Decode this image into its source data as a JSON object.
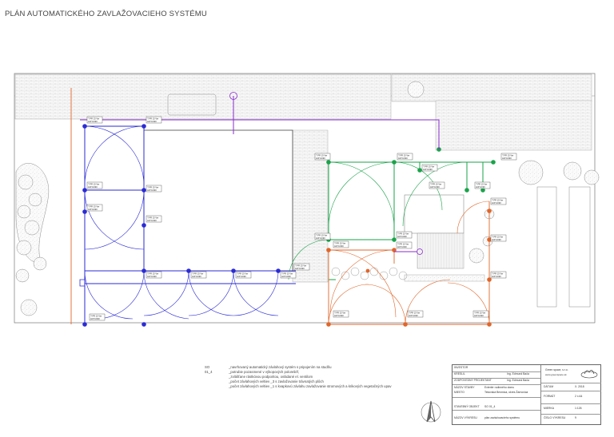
{
  "title": "PLÁN AUTOMATICKÉHO ZAVLAŽOVACIEHO SYSTÉMU",
  "notes": {
    "code": "SO 01_4",
    "lines": [
      "_navrhovaný automatický závlahový systém s pripojením na studňu",
      "_potrubie pozasmené v výkopových poloreliéf,",
      "_zvlášťane rástkóvou podporitou, ovládané el. ventilom",
      "_počet závlahových veltiev _3 s zavlažovanie trávnatých plôch",
      "_počet závlahových veltiev _1 s kvapkovú závlahu zavlažovanie stromových a krikových vegetačných upav"
    ]
  },
  "titleblock": {
    "investor_label": "INVESTOR",
    "kreslil_label": "KRESLIL",
    "kreslil_value": "Ing. Edmund Bača",
    "zodpovedny_label": "ZODPOVEDNÝ PROJEKTANT",
    "zodpovedny_value": "Ing. Edmund Bača",
    "stavba_label": "NÁZOV STAVBY",
    "miesto_label": "MIESTO",
    "stavba_value": "Exteriér rodinného domu",
    "miesto_value": "Tekovská Breznica, okres Žarnovica",
    "objekt_label": "STAVEBNÝ OBJEKT",
    "objekt_value": "SO 01_4",
    "vykres_label": "NÁZOV VÝKRESU",
    "vykres_value": "plán zavlažovacieho systému",
    "company": "Green space, s.r.o.",
    "web": "www.greenspace.sk",
    "datum_label": "DÁTUM",
    "datum_value": "X. 2018",
    "format_label": "FORMÁT",
    "format_value": "2 x A4",
    "mierka_label": "MIERKA",
    "mierka_value": "1:126",
    "cislo_label": "ČÍSLO VÝKRESU",
    "cislo_value": "9"
  },
  "colors": {
    "blue": "#2b2bd6",
    "green": "#1aa34a",
    "orange": "#e0662a",
    "purple": "#8a2bd0",
    "line": "#555555"
  },
  "zones": {
    "blue_tags": [
      "T PR 15 Ver",
      "H/P 10/90"
    ],
    "green_tags": [
      "T PR 15 Ver",
      "H/P 10/90"
    ],
    "orange_tags": [
      "T PR 15 Ver",
      "H/P 10/90"
    ]
  }
}
